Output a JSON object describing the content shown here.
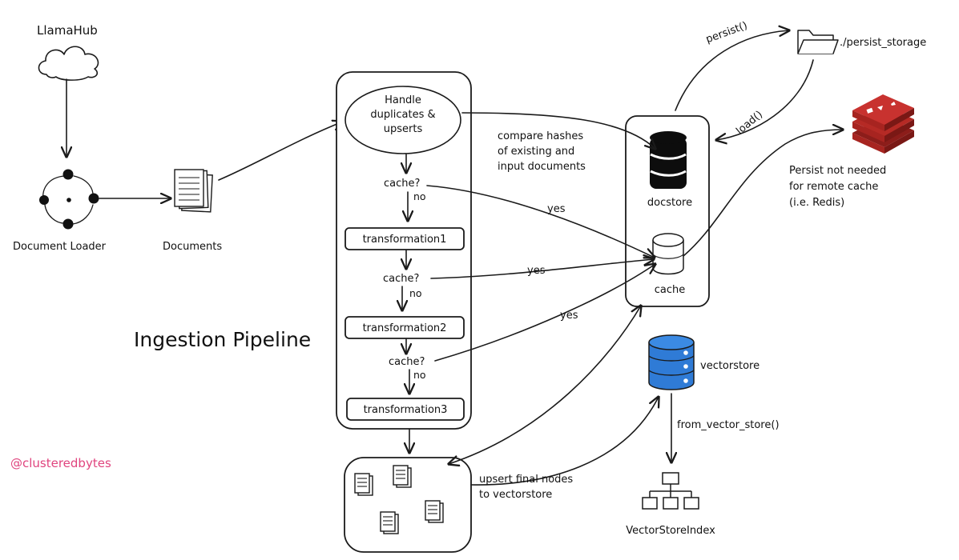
{
  "labels": {
    "llamahub": "LlamaHub",
    "document_loader": "Document Loader",
    "documents": "Documents",
    "pipeline_title": "Ingestion Pipeline",
    "handle_line1": "Handle",
    "handle_line2": "duplicates &",
    "handle_line3": "upserts",
    "cache_q1": "cache?",
    "no1": "no",
    "transformation1": "transformation1",
    "cache_q2": "cache?",
    "no2": "no",
    "transformation2": "transformation2",
    "cache_q3": "cache?",
    "no3": "no",
    "transformation3": "transformation3",
    "yes1": "yes",
    "yes2": "yes",
    "yes3": "yes",
    "compare_line1": "compare hashes",
    "compare_line2": "of existing and",
    "compare_line3": "input documents",
    "docstore": "docstore",
    "cache": "cache",
    "persist": "persist()",
    "load": "load()",
    "persist_storage": "./persist_storage",
    "persist_note_line1": "Persist not needed",
    "persist_note_line2": "for remote cache",
    "persist_note_line3": "(i.e. Redis)",
    "vectorstore": "vectorstore",
    "from_vector_store": "from_vector_store()",
    "vector_store_index": "VectorStoreIndex",
    "upsert_line1": "upsert final nodes",
    "upsert_line2": "to vectorstore",
    "author_handle": "@clusteredbytes"
  },
  "icons": {
    "source": "cloud-icon",
    "loader": "document-loader-icon",
    "documents": "documents-stack-icon",
    "docstore": "database-icon",
    "cache": "cache-database-icon",
    "storage": "folder-icon",
    "remote_cache": "redis-icon",
    "vectorstore": "vector-database-icon",
    "index": "tree-hierarchy-icon",
    "nodes": "nodes-documents-icon"
  },
  "colors": {
    "ink": "#1a1a1a",
    "vectorstore_blue": "#2f7bd6",
    "redis_red": "#c8322f",
    "handle_pink": "#e0447e",
    "background": "#ffffff"
  }
}
